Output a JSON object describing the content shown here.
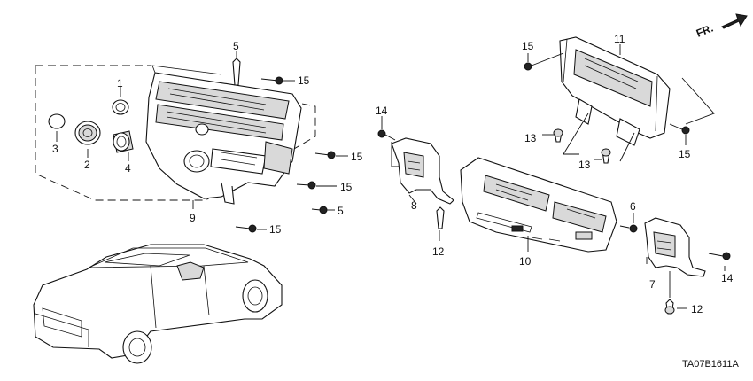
{
  "diagram": {
    "orientation_label": "FR.",
    "drawing_code": "TA07B1611A",
    "callouts": {
      "c1": "1",
      "c2": "2",
      "c3": "3",
      "c4": "4",
      "c5_top": "5",
      "c5_right": "5",
      "c6": "6",
      "c7": "7",
      "c8": "8",
      "c9": "9",
      "c10": "10",
      "c11": "11",
      "c12_center": "12",
      "c12_right": "12",
      "c13_upper": "13",
      "c13_lower": "13",
      "c14_left": "14",
      "c14_right": "14",
      "c15_a": "15",
      "c15_b": "15",
      "c15_c": "15",
      "c15_d": "15",
      "c15_e": "15",
      "c15_f": "15"
    }
  }
}
